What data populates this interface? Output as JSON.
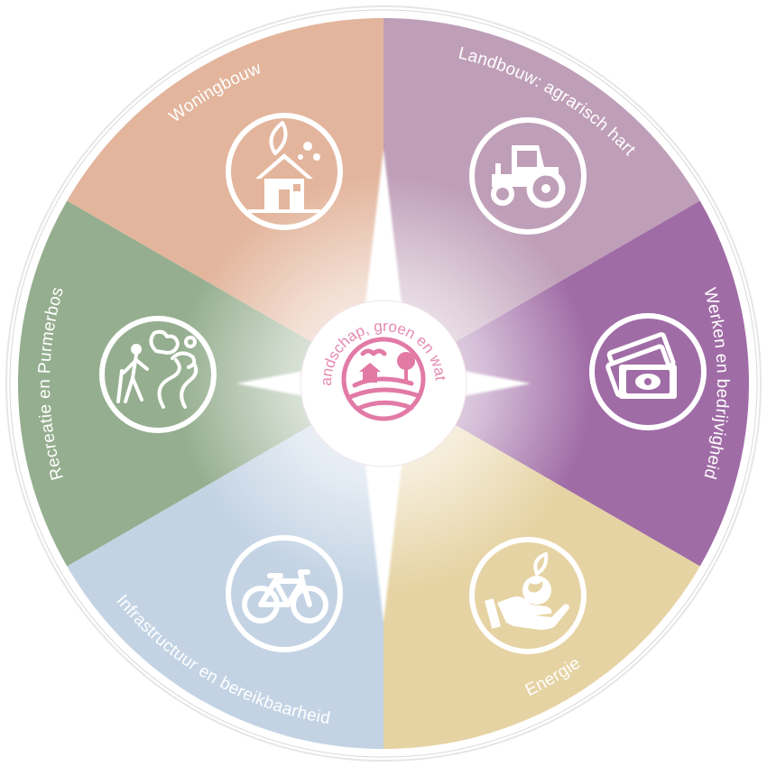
{
  "diagram": {
    "center": {
      "label": "Landschap, groen en water",
      "icon": "landscape-house-tree-icon",
      "color": "#e27aa6"
    },
    "segments": [
      {
        "id": "woningbouw",
        "label": "Woningbouw",
        "icon": "house-icon",
        "color": "#e3b59c"
      },
      {
        "id": "landbouw",
        "label": "Landbouw: agrarisch hart",
        "icon": "tractor-icon",
        "color": "#bf9fb8"
      },
      {
        "id": "werken",
        "label": "Werken en bedrijvigheid",
        "icon": "money-icon",
        "color": "#a06ca6"
      },
      {
        "id": "energie",
        "label": "Energie",
        "icon": "hand-globe-icon",
        "color": "#e6d3a3"
      },
      {
        "id": "infrastructuur",
        "label": "Infrastructuur en bereikbaarheid",
        "icon": "bicycle-icon",
        "color": "#c3d3e4"
      },
      {
        "id": "recreatie",
        "label": "Recreatie en Purmerbos",
        "icon": "hiker-icon",
        "color": "#95ae8f"
      }
    ]
  }
}
